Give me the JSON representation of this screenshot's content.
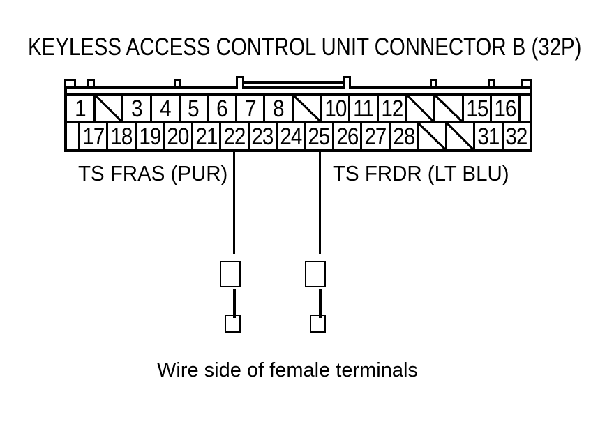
{
  "title": "KEYLESS ACCESS CONTROL UNIT CONNECTOR B (32P)",
  "colors": {
    "line": "#000000",
    "background": "#ffffff"
  },
  "connector": {
    "name": "Connector B (32P)",
    "top_row": [
      "1",
      "/",
      "3",
      "4",
      "5",
      "6",
      "7",
      "8",
      "/",
      "10",
      "11",
      "12",
      "/",
      "/",
      "15",
      "16"
    ],
    "bottom_row": [
      "17",
      "18",
      "19",
      "20",
      "21",
      "22",
      "23",
      "24",
      "25",
      "26",
      "27",
      "28",
      "/",
      "/",
      "31",
      "32"
    ]
  },
  "signals": [
    {
      "pin": "22",
      "label": "TS FRAS (PUR)"
    },
    {
      "pin": "25",
      "label": "TS FRDR (LT BLU)"
    }
  ],
  "caption": "Wire side of female terminals"
}
